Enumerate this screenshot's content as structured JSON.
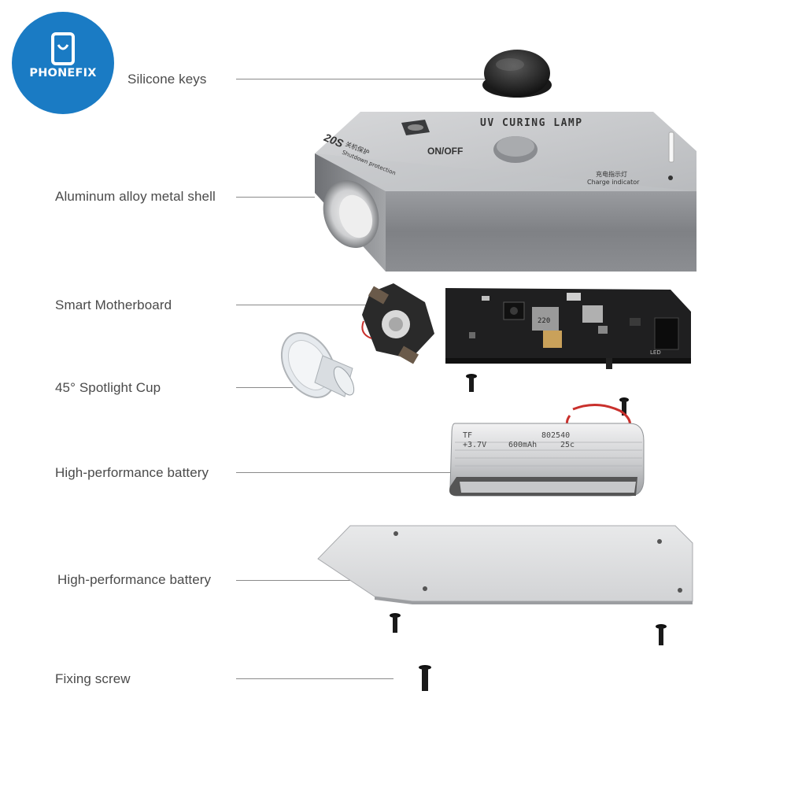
{
  "brand": {
    "logo_text": "PHONEFIX"
  },
  "labels": {
    "silicone_keys": "Silicone keys",
    "shell": "Aluminum alloy metal shell",
    "motherboard": "Smart Motherboard",
    "spotlight": "45°  Spotlight Cup",
    "battery": "High-performance battery",
    "bottom_plate": "High-performance battery",
    "screw": "Fixing screw"
  },
  "shell_print": {
    "title": "UV CURING LAMP",
    "on_off": "ON/OFF",
    "shutdown_num": "20S",
    "shutdown_cn": "关机保护",
    "shutdown_en": "Shutdown protection",
    "charge_cn": "充电指示灯",
    "charge_en": "Charge indicator"
  },
  "battery_print": {
    "line1_left": "TF",
    "line1_right": "802540",
    "line2_voltage": "+3.7V",
    "line2_capacity": "600mAh",
    "line2_rate": "25c"
  },
  "board_print": {
    "inductor": "220",
    "led_mark": "LED"
  }
}
